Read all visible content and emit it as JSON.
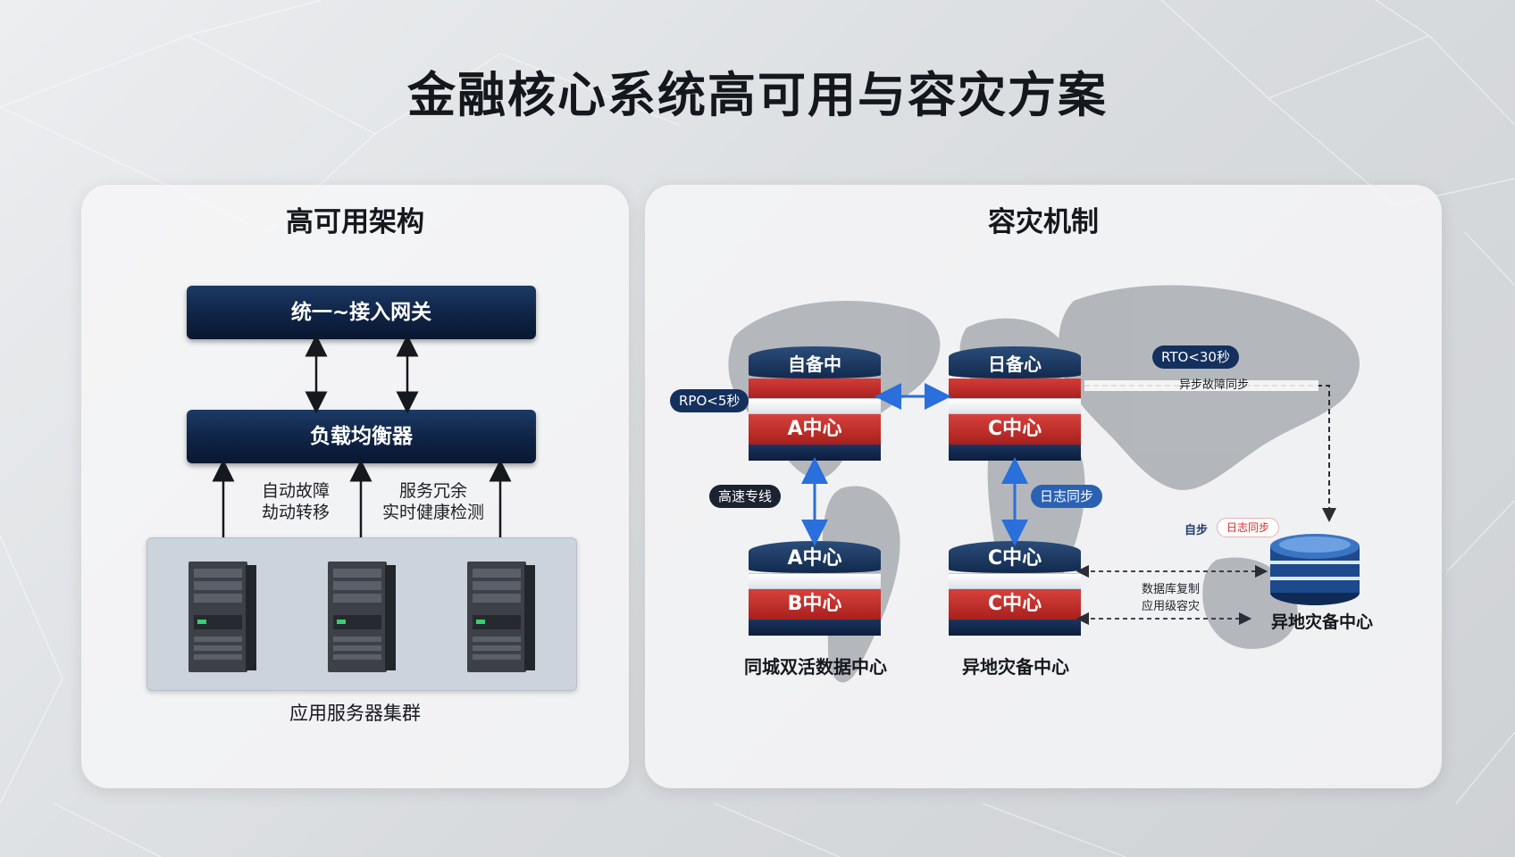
{
  "title": "金融核心系统高可用与容灾方案",
  "left_panel": {
    "title": "高可用架构",
    "gateway_label": "统一~接入网关",
    "balancer_label": "负载均衡器",
    "failover_text_line1": "自动故障",
    "failover_text_line2": "劫动转移",
    "redundancy_text_line1": "服务冗余",
    "redundancy_text_line2": "实时健康检测",
    "cluster_label": "应用服务器集群"
  },
  "right_panel": {
    "title": "容灾机制",
    "left_stack_top": "自备中",
    "left_stack_main": "A中心",
    "right_stack_top": "日备心",
    "right_stack_main": "C中心",
    "bottom_left_top": "A中心",
    "bottom_left_bottom": "B中心",
    "bottom_right_top": "C中心",
    "bottom_right_bottom": "C中心",
    "label_same_city": "同城双活数据中心",
    "label_remote": "异地灾备中心",
    "label_remote_db": "异地灾备中心",
    "rpo_label": "RPO<5秒",
    "rto_label": "RTO<30秒",
    "async_label": "异步故障同步",
    "dedicated_line_label": "高速专线",
    "log_sync_label": "日志同步",
    "realtime_sync_left": "自步",
    "realtime_sync_right": "日志同步",
    "db_replication_label": "数据库复制",
    "app_disaster_label": "应用级容灾"
  },
  "colors": {
    "navy": "#0f2344",
    "red": "#c0302b",
    "accent_blue": "#2a6fdb"
  }
}
